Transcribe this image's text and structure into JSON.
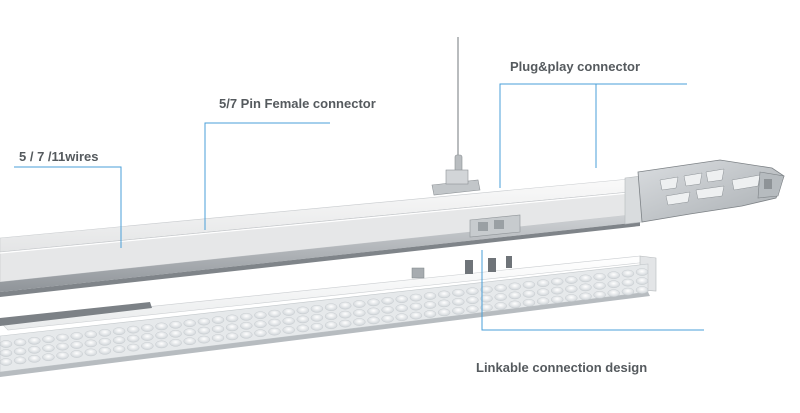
{
  "labels": {
    "wires": "5 / 7 /11wires",
    "pin_connector": "5/7 Pin Female connector",
    "plug_connector": "Plug&play connector",
    "linkable": "Linkable connection design"
  },
  "colors": {
    "label_text": "#555a5e",
    "leader_line": "#4a9fd8",
    "rail_body": "#e8e9ea",
    "rail_shadow": "#9ea3a7",
    "module_face": "#f1f2f3",
    "lens": "#dfe3e6",
    "end_cap": "#c9cdd0"
  }
}
